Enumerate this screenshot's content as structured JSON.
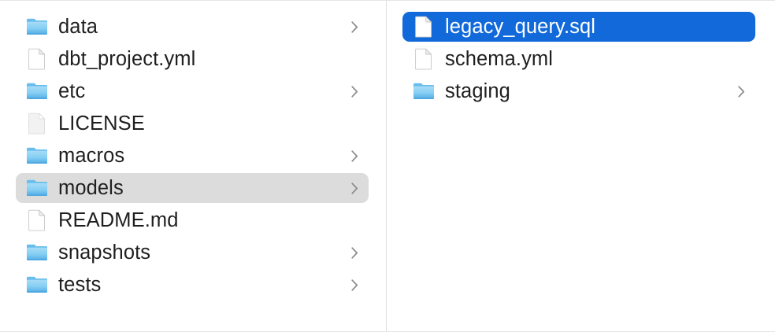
{
  "app": {
    "name": "Finder",
    "view": "column-view",
    "accent_selected_color": "#1169da",
    "inactive_selected_color": "#dcdcdc",
    "text_color": "#1f1f1f",
    "selected_text_color": "#ffffff",
    "divider_color": "#e0e0e0",
    "background_color": "#ffffff"
  },
  "columns": [
    {
      "id": "project-root-column",
      "items": [
        {
          "name": "data",
          "kind": "folder",
          "icon": "folder-icon",
          "chevron": true,
          "selected": false,
          "selection_style": "none"
        },
        {
          "name": "dbt_project.yml",
          "kind": "file",
          "icon": "document-icon",
          "chevron": false,
          "selected": false,
          "selection_style": "none"
        },
        {
          "name": "etc",
          "kind": "folder",
          "icon": "folder-icon",
          "chevron": true,
          "selected": false,
          "selection_style": "none"
        },
        {
          "name": "LICENSE",
          "kind": "file",
          "icon": "plain-document-icon",
          "chevron": false,
          "selected": false,
          "selection_style": "none"
        },
        {
          "name": "macros",
          "kind": "folder",
          "icon": "folder-icon",
          "chevron": true,
          "selected": false,
          "selection_style": "none"
        },
        {
          "name": "models",
          "kind": "folder",
          "icon": "folder-icon",
          "chevron": true,
          "selected": true,
          "selection_style": "gray"
        },
        {
          "name": "README.md",
          "kind": "file",
          "icon": "document-icon",
          "chevron": false,
          "selected": false,
          "selection_style": "none"
        },
        {
          "name": "snapshots",
          "kind": "folder",
          "icon": "folder-icon",
          "chevron": true,
          "selected": false,
          "selection_style": "none"
        },
        {
          "name": "tests",
          "kind": "folder",
          "icon": "folder-icon",
          "chevron": true,
          "selected": false,
          "selection_style": "none"
        }
      ]
    },
    {
      "id": "models-column",
      "items": [
        {
          "name": "legacy_query.sql",
          "kind": "file",
          "icon": "document-icon",
          "chevron": false,
          "selected": true,
          "selection_style": "blue"
        },
        {
          "name": "schema.yml",
          "kind": "file",
          "icon": "document-icon",
          "chevron": false,
          "selected": false,
          "selection_style": "none"
        },
        {
          "name": "staging",
          "kind": "folder",
          "icon": "folder-icon",
          "chevron": true,
          "selected": false,
          "selection_style": "none"
        }
      ]
    }
  ],
  "icons": {
    "folder": "folder-icon",
    "document": "document-icon",
    "plain_document": "plain-document-icon",
    "disclosure": "chevron-right-icon"
  }
}
